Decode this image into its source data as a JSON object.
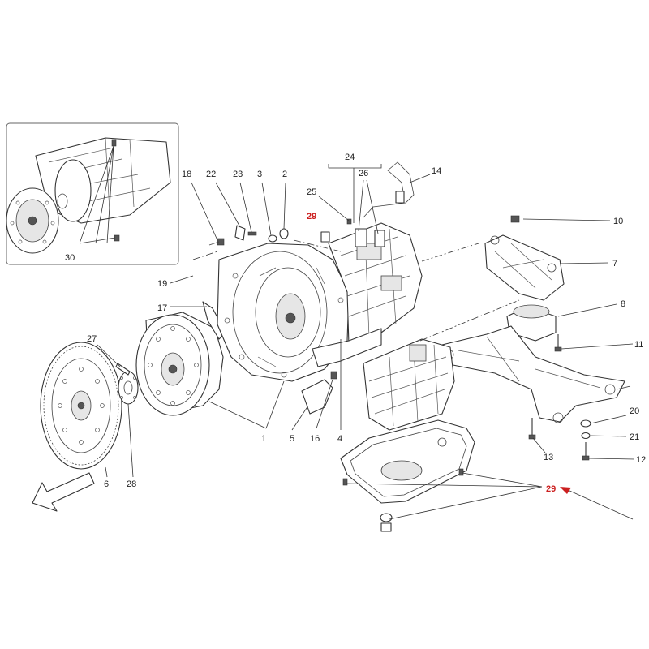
{
  "callouts": {
    "c1": "1",
    "c2": "2",
    "c3": "3",
    "c4": "4",
    "c5": "5",
    "c6": "6",
    "c7": "7",
    "c8": "8",
    "c10": "10",
    "c11": "11",
    "c12": "12",
    "c13": "13",
    "c14": "14",
    "c16": "16",
    "c17": "17",
    "c18": "18",
    "c19": "19",
    "c20": "20",
    "c21": "21",
    "c22": "22",
    "c23": "23",
    "c24": "24",
    "c25": "25",
    "c26": "26",
    "c27": "27",
    "c28": "28",
    "c29_top": "29",
    "c29_right": "29",
    "c30": "30"
  },
  "colors": {
    "highlight": "#cc1f1f",
    "line": "#333333"
  },
  "icons": {
    "direction_arrow": "front-direction-arrow-icon"
  }
}
